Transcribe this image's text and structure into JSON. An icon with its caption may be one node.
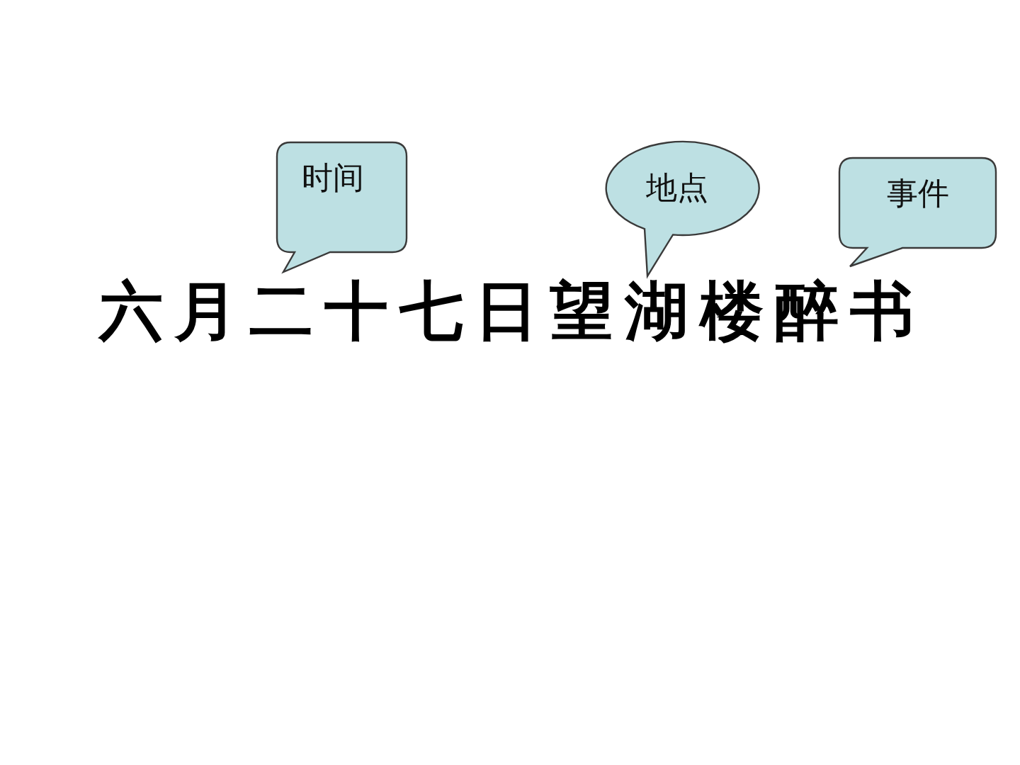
{
  "diagram": {
    "title": "六月二十七日望湖楼醉书",
    "nodes": [
      {
        "text": [
          "时间"
        ]
      },
      {
        "text": [
          "地点"
        ]
      },
      {
        "text": [
          "事件"
        ]
      }
    ]
  }
}
